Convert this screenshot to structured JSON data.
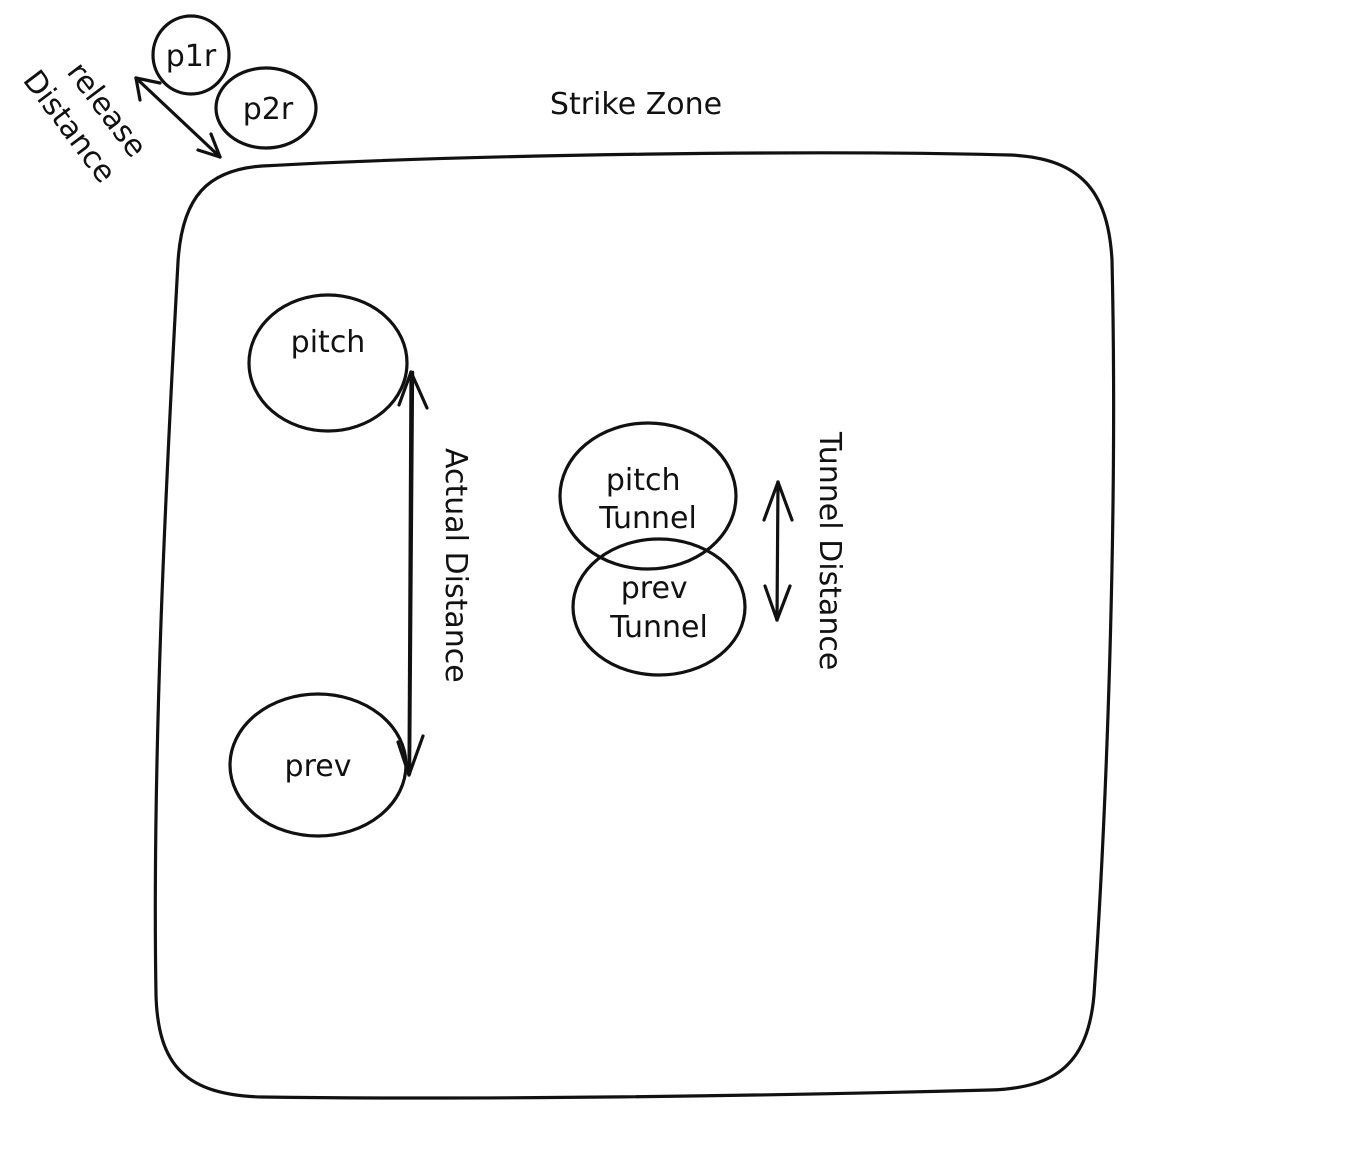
{
  "diagram": {
    "title": "Strike Zone",
    "nodes": {
      "p1r": "p1r",
      "p2r": "p2r",
      "pitch": "pitch",
      "prev": "prev",
      "pitch_tunnel": [
        "pitch",
        "Tunnel"
      ],
      "prev_tunnel": [
        "prev",
        "Tunnel"
      ]
    },
    "edges": {
      "release_distance": [
        "release",
        "Distance"
      ],
      "actual_distance": "Actual Distance",
      "tunnel_distance": "Tunnel Distance"
    },
    "colors": {
      "ink": "#111111",
      "background": "#ffffff"
    }
  }
}
